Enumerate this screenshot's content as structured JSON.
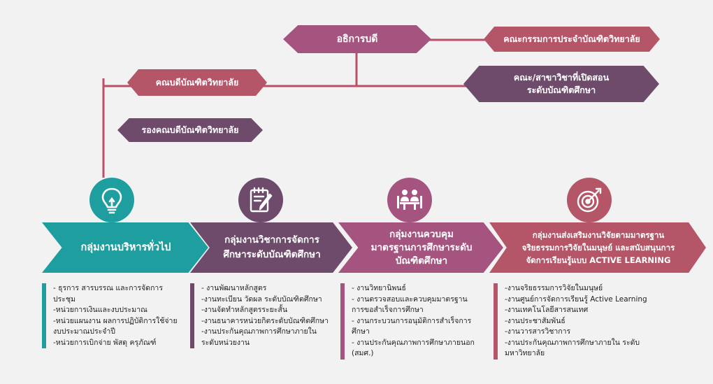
{
  "colors": {
    "mauve": "#a5547f",
    "rose": "#b45667",
    "plum": "#6e4a6b",
    "teal": "#1f9ea0",
    "line": "#bb4f64"
  },
  "top": {
    "dean": "อธิการบดี",
    "committee": "คณะกรรมการประจำบัณฑิตวิทยาลัย",
    "grad_dean": "คณบดีบัณฑิตวิทยาลัย",
    "faculties_line1": "คณะ/สาขาวิชาที่เปิดสอน",
    "faculties_line2": "ระดับบัณฑิตศึกษา",
    "vice_dean": "รองคณบดีบัณฑิตวิทยาลัย"
  },
  "groups": [
    {
      "icon": "lightbulb-icon",
      "title_lines": [
        "กลุ่มงานบริหารทั่วไป"
      ],
      "items": [
        "- ธุรการ สารบรรณ และการจัดการประชุม",
        "-หน่วยการเงินและงบประมาณ",
        "-หน่วยแผนงาน ผลการปฏิบัติการใช้จ่ายงบประมาณประจำปี",
        "-หน่วยการเบิกจ่าย พัสดุ ครุภัณฑ์"
      ]
    },
    {
      "icon": "notepad-pencil-icon",
      "title_lines": [
        "กลุ่มงานวิชาการจัดการ",
        "ศึกษาระดับบัณฑิตศึกษา"
      ],
      "items": [
        "- งานพัฒนาหลักสูตร",
        "-งานทะเบียน วัดผล ระดับบัณฑิตศึกษา",
        "-งานจัดทำหลักสูตรระยะสั้น",
        "-งานธนาคารหน่วยกิตระดับบัณฑิตศึกษา",
        "-งานประกันคุณภาพการศึกษาภายในระดับหน่วยงาน"
      ]
    },
    {
      "icon": "meeting-icon",
      "title_lines": [
        "กลุ่มงานควบคุม",
        "มาตรฐานการศึกษาระดับ",
        "บัณฑิตศึกษา"
      ],
      "items": [
        "- งานวิทยานิพนธ์",
        "- งานตรวจสอบและควบคุมมาตรฐานการขอสำเร็จการศึกษา",
        "- งานกระบวนการอนุมัติการสำเร็จการศึกษา",
        "- งานประกันคุณภาพการศึกษาภายนอก (สมศ.)"
      ]
    },
    {
      "icon": "target-icon",
      "title_lines": [
        "กลุ่มงานส่งเสริมงานวิจัยตามมาตรฐาน",
        "จริยธรรมการวิจัยในมนุษย์ และสนับสนุนการ",
        "จัดการเรียนรู้แบบ ACTIVE LEARNING"
      ],
      "items": [
        "-งานจริยธรรมการวิจัยในมนุษย์",
        "-งานศูนย์การจัดการเรียนรู้ Active Learning",
        "-งานเทคโนโลยีสารสนเทศ",
        "-งานประชาสัมพันธ์",
        "-งานวารสารวิชาการ",
        "-งานประกันคุณภาพการศึกษาภายใน ระดับมหาวิทยาลัย"
      ]
    }
  ]
}
